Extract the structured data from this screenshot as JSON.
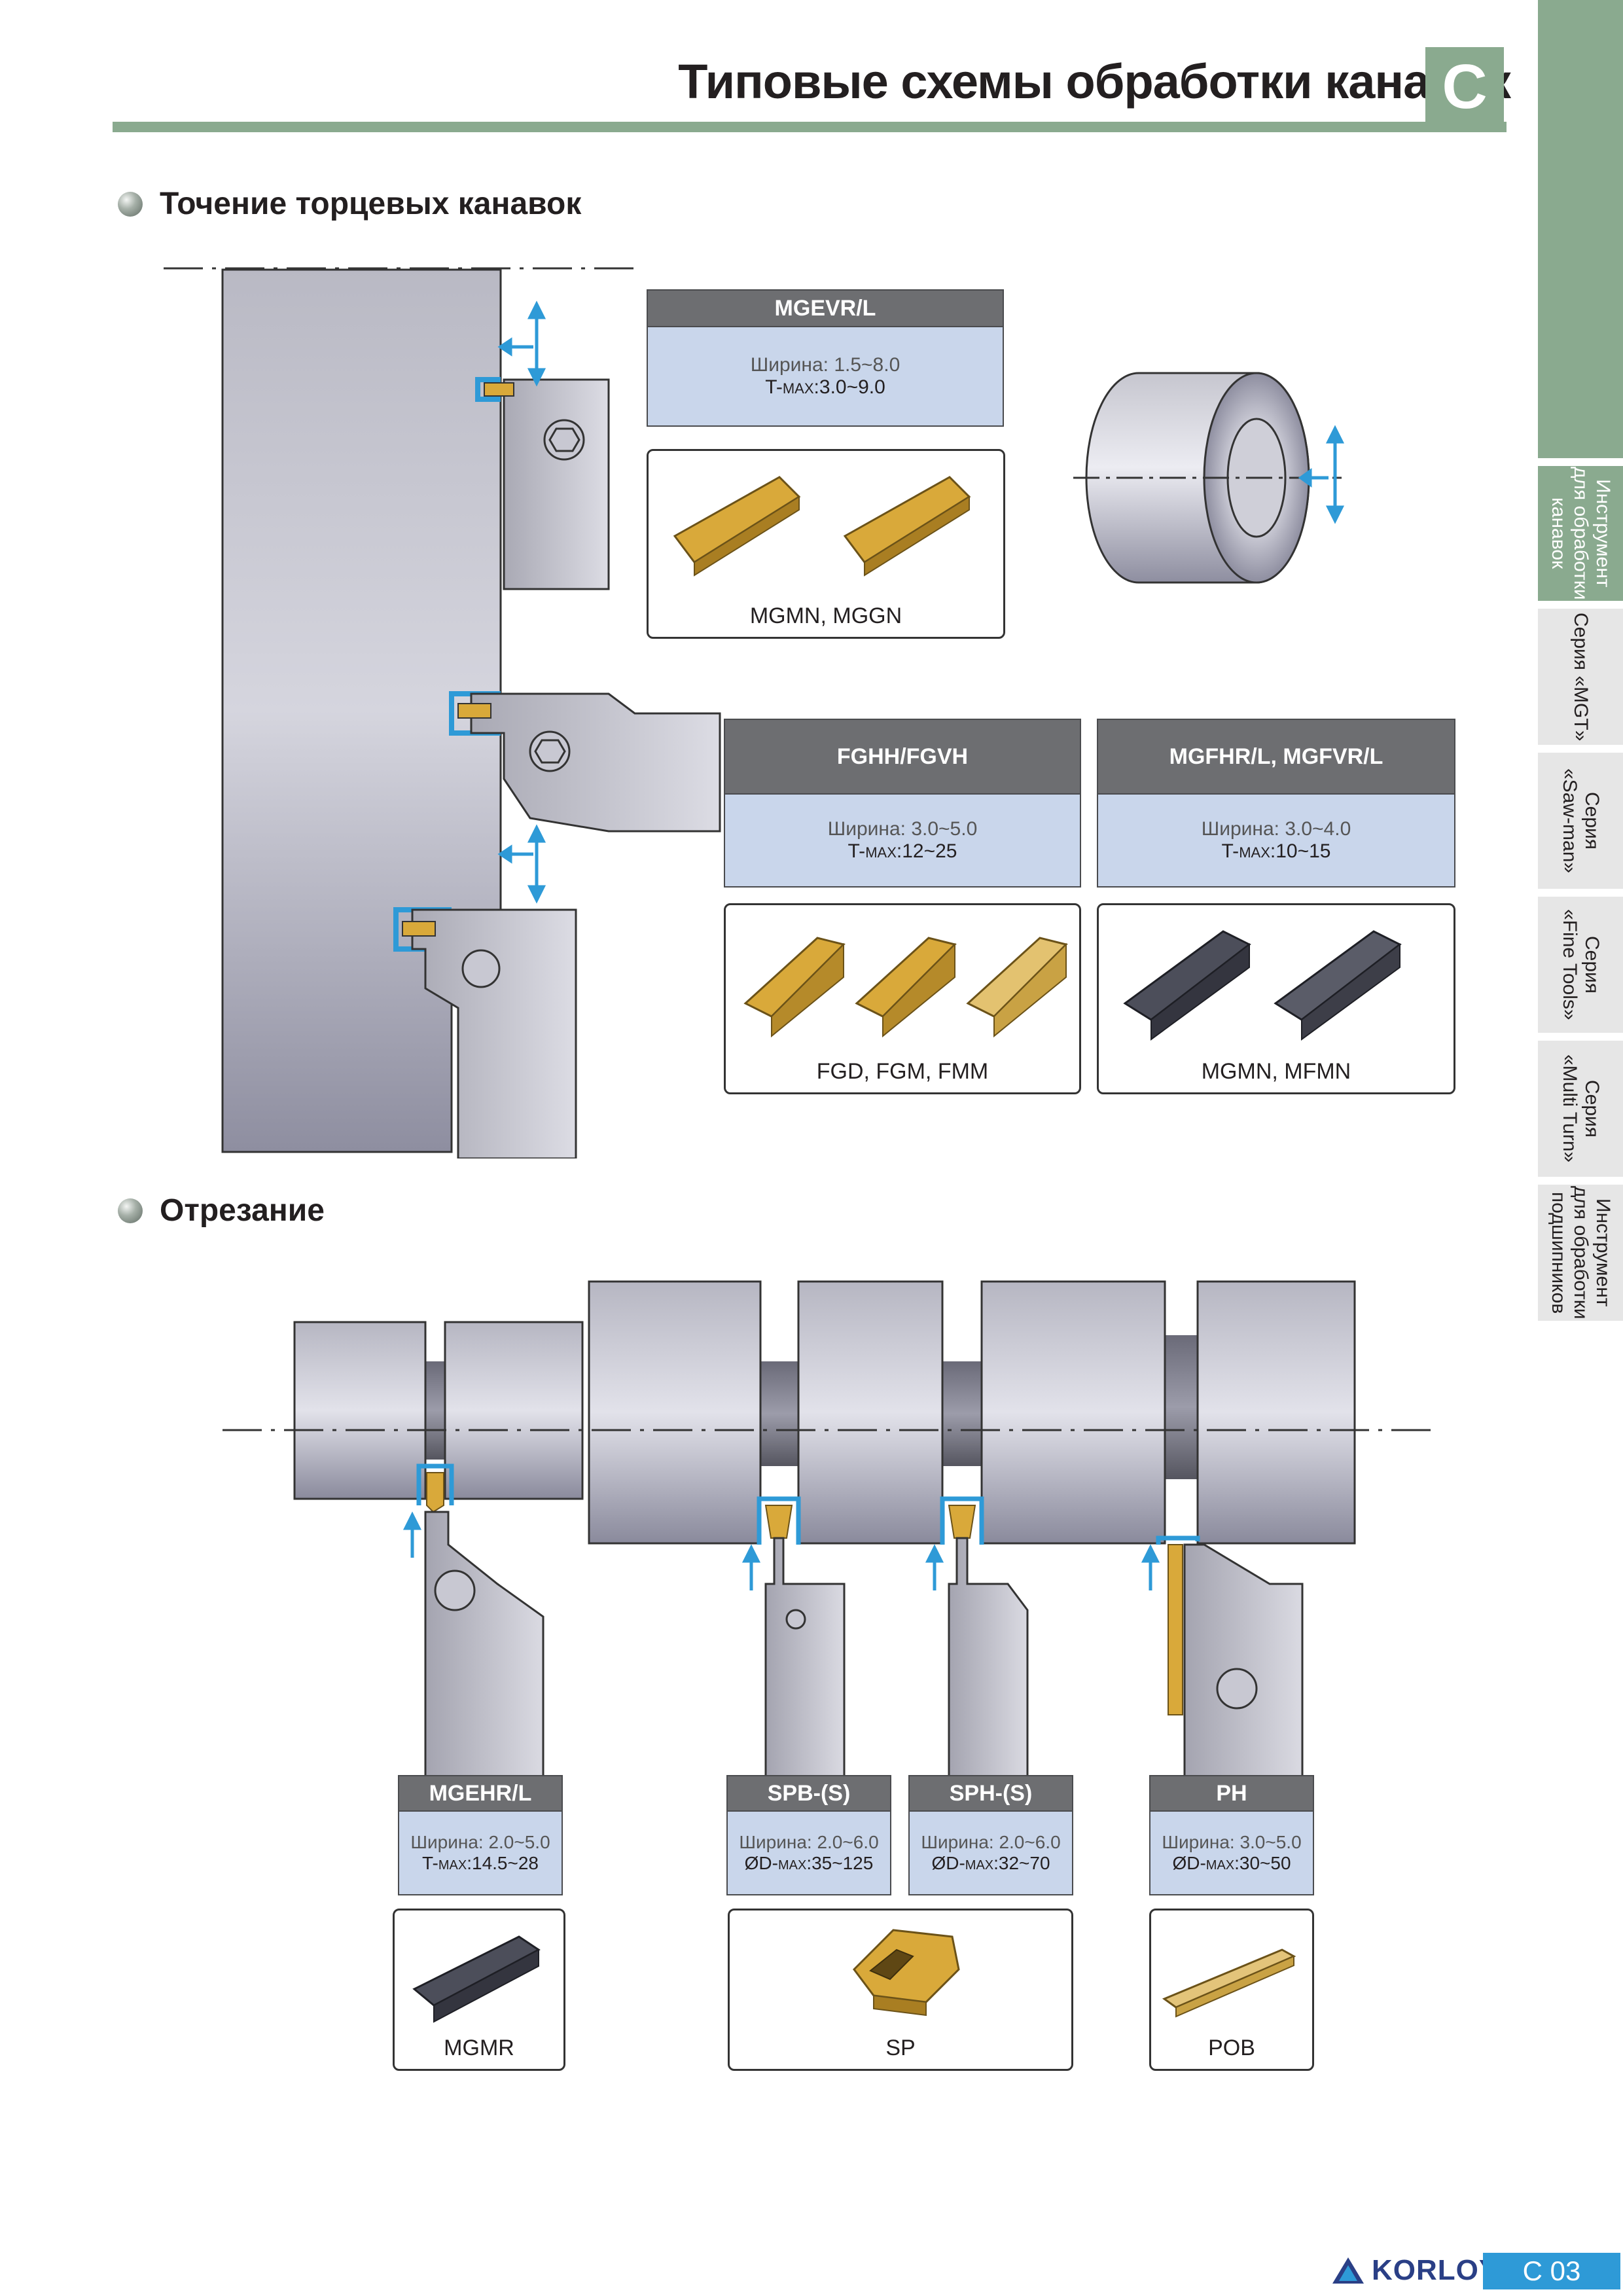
{
  "header": {
    "title": "Типовые схемы обработки канавок",
    "section_letter": "C"
  },
  "side_tabs": [
    "Инструмент\nдля обработки\nканавок",
    "Серия «MGT»",
    "Серия\n«Saw-man»",
    "Серия\n«Fine Tools»",
    "Серия\n«Multi Turn»",
    "Инструмент\nдля обработки\nподшипников"
  ],
  "sections": {
    "face_grooving": "Точение торцевых канавок",
    "parting": "Отрезание"
  },
  "face_tools": [
    {
      "name": "MGEVR/L",
      "width": "Ширина: 1.5~8.0",
      "t_prefix": "T-",
      "t_small": "MAX",
      "t_value": ":3.0~9.0",
      "inserts": "MGMN, MGGN"
    },
    {
      "name": "FGHH/FGVH",
      "width": "Ширина: 3.0~5.0",
      "t_prefix": "T-",
      "t_small": "MAX",
      "t_value": ":12~25",
      "inserts": "FGD, FGM, FMM"
    },
    {
      "name": "MGFHR/L, MGFVR/L",
      "width": "Ширина: 3.0~4.0",
      "t_prefix": "T-",
      "t_small": "MAX",
      "t_value": ":10~15",
      "inserts": "MGMN, MFMN"
    }
  ],
  "parting_tools": [
    {
      "name": "MGEHR/L",
      "width": "Ширина: 2.0~5.0",
      "t_prefix": "T-",
      "t_small": "MAX",
      "t_value": ":14.5~28"
    },
    {
      "name": "SPB-(S)",
      "width": "Ширина: 2.0~6.0",
      "t_prefix": "ØD-",
      "t_small": "MAX",
      "t_value": ":35~125"
    },
    {
      "name": "SPH-(S)",
      "width": "Ширина: 2.0~6.0",
      "t_prefix": "ØD-",
      "t_small": "MAX",
      "t_value": ":32~70"
    },
    {
      "name": "PH",
      "width": "Ширина: 3.0~5.0",
      "t_prefix": "ØD-",
      "t_small": "MAX",
      "t_value": ":30~50"
    }
  ],
  "parting_inserts": [
    "MGMR",
    "SP",
    "POB"
  ],
  "footer": {
    "brand": "KORLOY",
    "page": "C 03"
  },
  "colors": {
    "section_green": "#8aaa8f",
    "spec_header": "#6d6e71",
    "spec_body": "#c9d6eb",
    "groove_blue": "#2e9ad7",
    "insert_gold": "#d9a93a",
    "page_blue": "#2e9ad7"
  }
}
